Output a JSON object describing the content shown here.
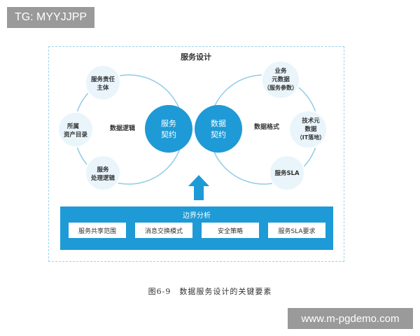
{
  "watermark_top": "TG: MYYJJPP",
  "watermark_bottom": "www.m-pgdemo.com",
  "diagram": {
    "title": "服务设计",
    "left_hub": [
      "服务",
      "契约"
    ],
    "right_hub": [
      "数据",
      "契约"
    ],
    "left_loop_label": "数据逻辑",
    "right_loop_label": "数据格式",
    "left_nodes": [
      [
        "服务责任",
        "主体"
      ],
      [
        "所属",
        "资产目录"
      ],
      [
        "服务",
        "处理逻辑"
      ]
    ],
    "right_nodes": [
      [
        "业务",
        "元数据",
        "（服务参数）"
      ],
      [
        "技术元",
        "数据",
        "（IT落地）"
      ],
      [
        "服务SLA"
      ]
    ],
    "boundary": {
      "title": "边界分析",
      "items": [
        "服务共享范围",
        "消息交换模式",
        "安全策略",
        "服务SLA要求"
      ]
    }
  },
  "caption": "图6-9　数据服务设计的关键要素",
  "colors": {
    "accent": "#1e9ad6",
    "node_fill": "#e9f5fb",
    "loop_stroke": "#8fcbe6",
    "arrow": "#1e9ad6"
  }
}
